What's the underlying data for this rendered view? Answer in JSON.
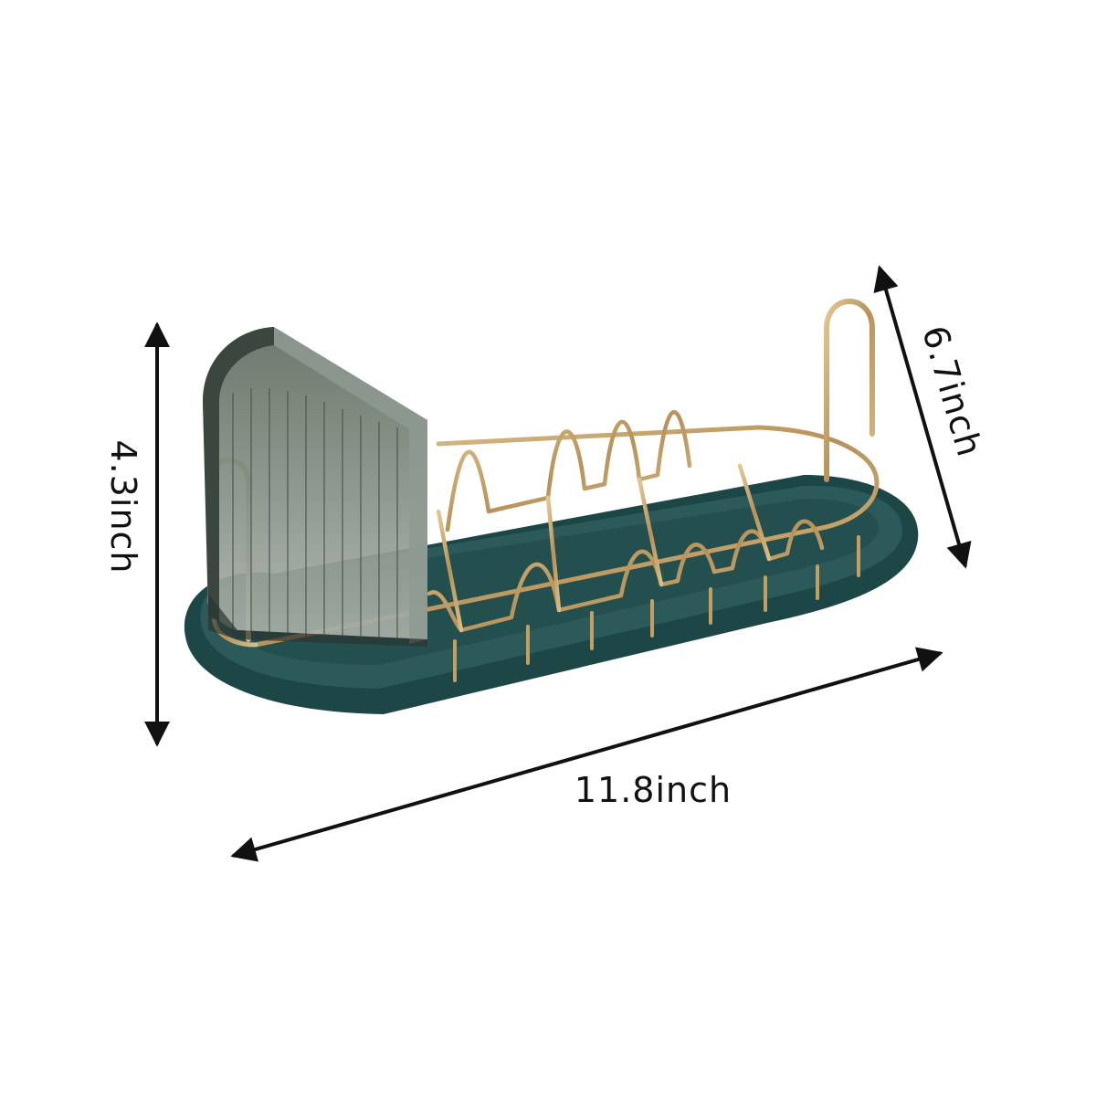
{
  "dimensions": {
    "height": "4.3inch",
    "depth": "6.7inch",
    "length": "11.8inch"
  },
  "colors": {
    "tray": "#1f4a4a",
    "tray_top": "#2a5656",
    "wire": "#c9a86a",
    "cup": "#5c6b5e",
    "arrow": "#111111",
    "background": "#ffffff"
  },
  "product": {
    "icon": "dish-drying-rack-illustration"
  }
}
